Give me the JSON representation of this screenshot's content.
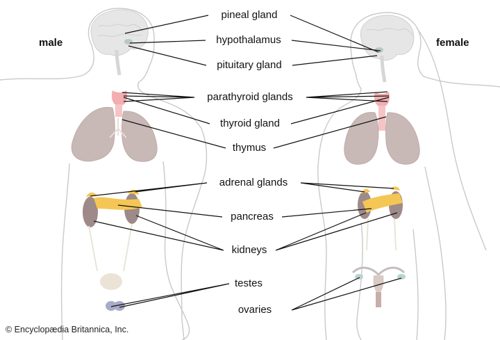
{
  "sex_labels": {
    "male": "male",
    "female": "female"
  },
  "labels": [
    "pineal gland",
    "hypothalamus",
    "pituitary gland",
    "parathyroid glands",
    "thyroid gland",
    "thymus",
    "adrenal glands",
    "pancreas",
    "kidneys",
    "testes",
    "ovaries"
  ],
  "credit": "© Encyclopædia Britannica, Inc.",
  "colors": {
    "outline": "#c9c9c9",
    "brain": "#e6e6e6",
    "lung": "#c8b8b6",
    "thyroid": "#f2aeb0",
    "adrenal": "#f4c655",
    "kidney": "#9e8a88",
    "leader": "#111111"
  }
}
